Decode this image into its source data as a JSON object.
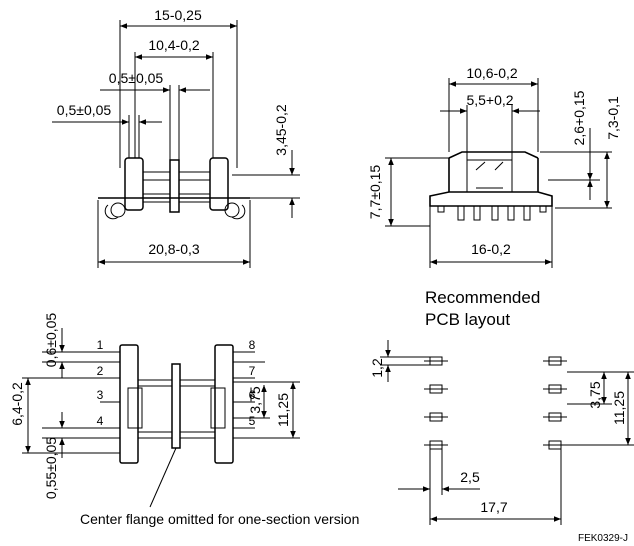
{
  "side_view": {
    "dim_overall_top": "15-0,25",
    "dim_inner": "10,4-0,2",
    "dim_flange": "0,5±0,05",
    "dim_pin": "0,5±0,05",
    "dim_height": "3,45-0,2",
    "dim_width": "20,8-0,3"
  },
  "front_view": {
    "dim_top": "10,6-0,2",
    "dim_inner": "5,5+0,2",
    "dim_right1": "2,6+0,15",
    "dim_right2": "7,3-0,1",
    "dim_left": "7,7±0,15",
    "dim_bottom": "16-0,2"
  },
  "top_view": {
    "dim_a": "0,6±0,05",
    "dim_b": "6,4-0,2",
    "dim_c": "0,55±0,05",
    "dim_pitch": "3,75",
    "dim_span": "11,25",
    "pins": [
      "1",
      "2",
      "3",
      "4",
      "5",
      "6",
      "7",
      "8"
    ],
    "note": "Center flange omitted for one-section version"
  },
  "pcb": {
    "title_line1": "Recommended",
    "title_line2": "PCB layout",
    "dim_pad": "1,2",
    "dim_pitch": "3,75",
    "dim_span": "11,25",
    "dim_width": "2,5",
    "dim_total": "17,7"
  },
  "ref_code": "FEK0329-J"
}
